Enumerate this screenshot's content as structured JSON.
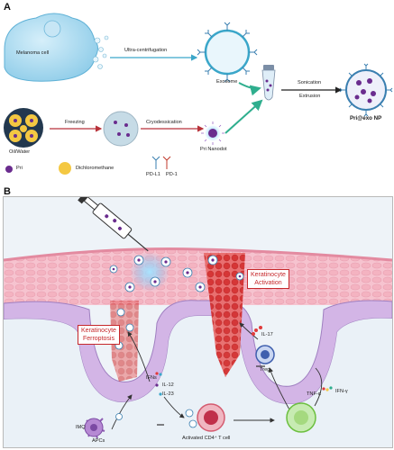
{
  "panel_a": {
    "letter": "A",
    "labels": {
      "melanoma_cell": "Melanoma cell",
      "ultra_centrifugation": "Ultra-centrifugation",
      "exosome": "Exosome",
      "sonication": "Sonication",
      "extrusion": "Extrusion",
      "pri_exo_np": "Pri@exo NP",
      "oil_water": "Oil/Water",
      "freezing": "Freezing",
      "cryodessication": "Cryodessication",
      "pri_nanodot": "Pri Nanodot"
    },
    "legend": {
      "pri": "Pri",
      "dichloromethane": "Dichloromethane",
      "pd_l1": "PD-L1",
      "pd_1": "PD-1"
    },
    "colors": {
      "cell": "#a9d8ee",
      "arrow_blue": "#3aa6c9",
      "arrow_green": "#2fae8e",
      "pri": "#6a2c8e",
      "dcm": "#f4c842",
      "arrow_red": "#c0392b"
    }
  },
  "panel_b": {
    "letter": "B",
    "labels": {
      "keratinocyte_activation": "Keratinocyte\nActivation",
      "keratinocyte_ferroptosis": "Keratinocyte\nFerroptosis",
      "ifns": "IFNs",
      "il12": "IL-12",
      "il23": "IL-23",
      "il17": "IL-17",
      "treg": "Treg",
      "tnf_a": "TNF-α",
      "ifn_g": "IFN-γ",
      "imq": "IMQ",
      "apcs": "APCs",
      "activated_cd4": "Activated CD4⁺ T cell"
    },
    "colors": {
      "skin": "#f4b3c1",
      "basal": "#c9a8dc",
      "inflamed": "#e03b3b",
      "blue_glow": "#6ec6ff",
      "label_border": "#c6282b"
    }
  }
}
